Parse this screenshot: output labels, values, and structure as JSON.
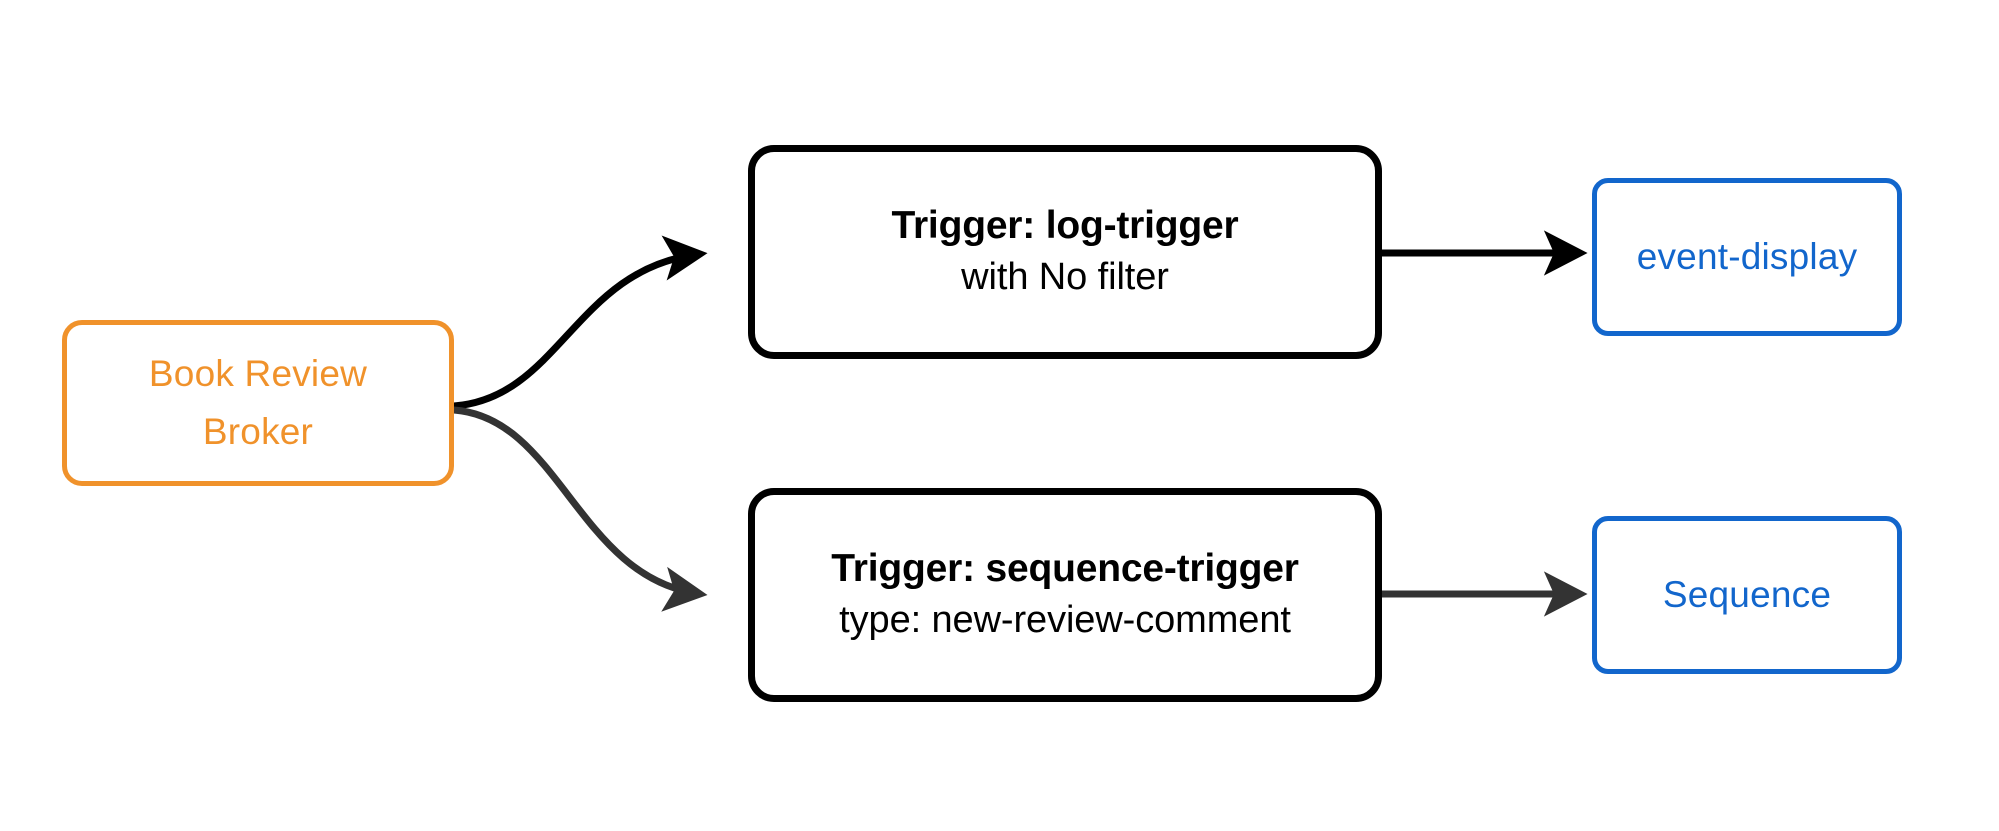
{
  "diagram": {
    "type": "flowchart",
    "direction": "left-to-right",
    "background_color": "#ffffff",
    "nodes": {
      "broker": {
        "id": "broker",
        "line1": "Book Review",
        "line2": "Broker",
        "shape": "rounded-rectangle",
        "stroke_color": "#f0922b",
        "text_color": "#f0922b",
        "fill_color": "#ffffff"
      },
      "trigger_log": {
        "id": "log-trigger",
        "title": "Trigger: log-trigger",
        "subtitle": "with No filter",
        "shape": "rounded-rectangle",
        "stroke_color": "#000000",
        "text_color": "#000000",
        "fill_color": "#ffffff"
      },
      "trigger_sequence": {
        "id": "sequence-trigger",
        "title": "Trigger: sequence-trigger",
        "subtitle": "type: new-review-comment",
        "shape": "rounded-rectangle",
        "stroke_color": "#000000",
        "text_color": "#000000",
        "fill_color": "#ffffff"
      },
      "event_display": {
        "id": "event-display",
        "label": "event-display",
        "shape": "rounded-rectangle",
        "stroke_color": "#1266cc",
        "text_color": "#1266cc",
        "fill_color": "#ffffff"
      },
      "sequence": {
        "id": "sequence",
        "label": "Sequence",
        "shape": "rounded-rectangle",
        "stroke_color": "#1266cc",
        "text_color": "#1266cc",
        "fill_color": "#ffffff"
      }
    },
    "edges": [
      {
        "name": "broker-to-log-trigger",
        "from": "broker",
        "to": "trigger_log",
        "style": "curved",
        "arrowhead": "filled-triangle",
        "color": "#000000",
        "label": ""
      },
      {
        "name": "broker-to-sequence-trigger",
        "from": "broker",
        "to": "trigger_sequence",
        "style": "curved",
        "arrowhead": "filled-triangle",
        "color": "#333333",
        "label": ""
      },
      {
        "name": "log-trigger-to-event-display",
        "from": "trigger_log",
        "to": "event_display",
        "style": "straight",
        "arrowhead": "filled-triangle",
        "color": "#000000",
        "label": ""
      },
      {
        "name": "sequence-trigger-to-sequence",
        "from": "trigger_sequence",
        "to": "sequence",
        "style": "straight",
        "arrowhead": "filled-triangle",
        "color": "#333333",
        "label": ""
      }
    ]
  }
}
